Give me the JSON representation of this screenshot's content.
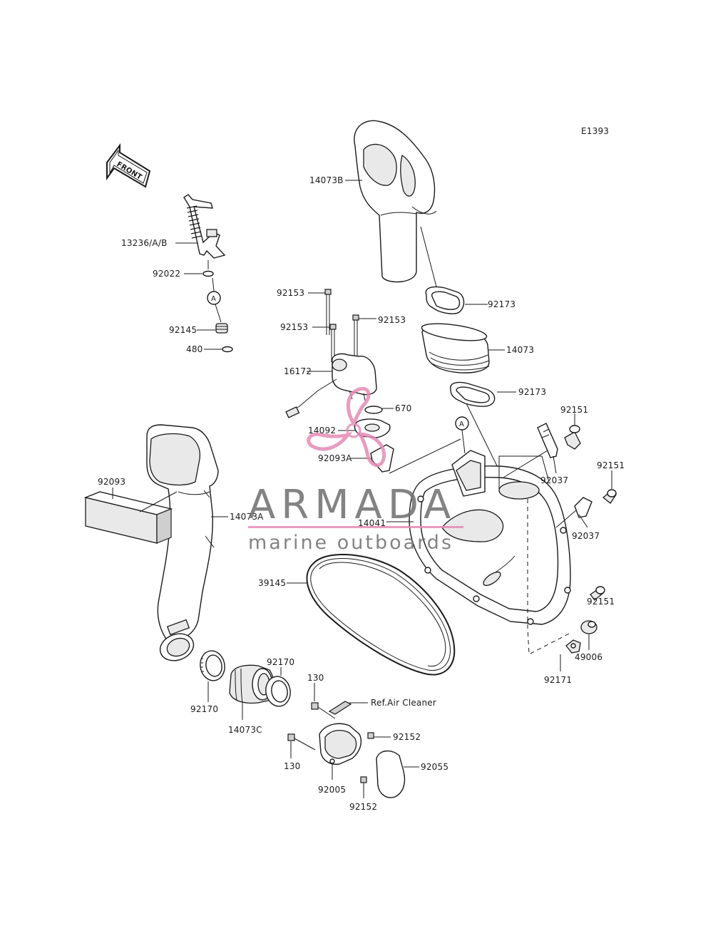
{
  "diagram_code": "E1393",
  "front_arrow": {
    "label": "FRONT",
    "icon": "front-arrow-icon"
  },
  "callout_letter": "A",
  "watermark": {
    "title": "ARMADA",
    "subtitle": "marine outboards",
    "accent_color": "#e58bb6"
  },
  "reference": "Ref.Air Cleaner",
  "labels": {
    "l13236": "13236/A/B",
    "l92022": "92022",
    "l92145": "92145",
    "l480": "480",
    "l14073B": "14073B",
    "l92153a": "92153",
    "l92153b": "92153",
    "l92153c": "92153",
    "l92173a": "92173",
    "l14073": "14073",
    "l92173b": "92173",
    "l16172": "16172",
    "l670": "670",
    "l14092": "14092",
    "l92093A": "92093A",
    "l92151a": "92151",
    "l92037a": "92037",
    "l92151b": "92151",
    "l92037b": "92037",
    "l92093": "92093",
    "l14073A": "14073A",
    "l14041": "14041",
    "l39145": "39145",
    "l92151c": "92151",
    "l49006": "49006",
    "l92171": "92171",
    "l92170a": "92170",
    "l92170b": "92170",
    "l14073C": "14073C",
    "l130a": "130",
    "l130b": "130",
    "l92152a": "92152",
    "l92055": "92055",
    "l92005": "92005",
    "l92152b": "92152"
  }
}
